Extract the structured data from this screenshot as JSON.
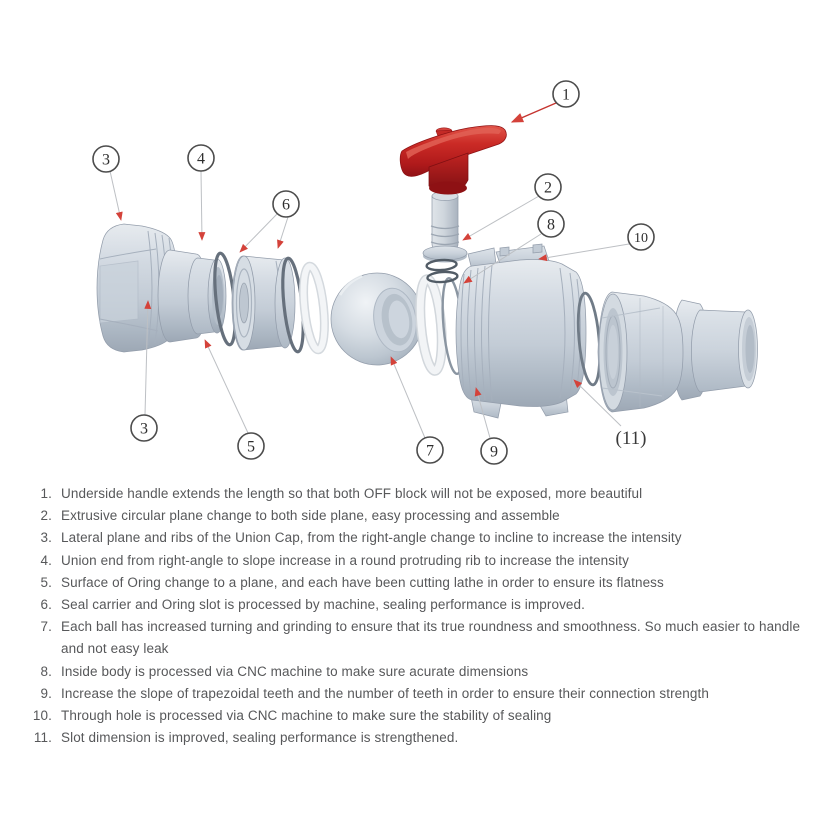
{
  "diagram": {
    "title": "union ball valve exploded view",
    "callouts": {
      "c1": "1",
      "c2": "2",
      "c3_top": "3",
      "c3_bottom": "3",
      "c4": "4",
      "c5": "5",
      "c6": "6",
      "c7": "7",
      "c8": "8",
      "c9": "9",
      "c10": "10",
      "c11": "(11)"
    },
    "colors": {
      "handle_red": "#c42a26",
      "part_gray": "#ccd4dd",
      "arrow_red": "#d4423a",
      "leader_gray": "#bdc0c4",
      "callout_stroke": "#4c4c4c"
    }
  },
  "features": {
    "items": [
      {
        "num": "1.",
        "text": "Underside handle extends the length so that both OFF block will not be exposed, more beautiful"
      },
      {
        "num": "2.",
        "text": "Extrusive circular plane change to both side plane, easy processing and assemble"
      },
      {
        "num": "3.",
        "text": "Lateral plane and ribs of the Union Cap, from the right-angle change to incline to increase the intensity"
      },
      {
        "num": "4.",
        "text": "Union end from right-angle to slope increase in a round protruding rib to increase the intensity"
      },
      {
        "num": "5.",
        "text": "Surface of Oring change to a plane, and each have been cutting lathe in order to ensure its flatness"
      },
      {
        "num": "6.",
        "text": "Seal carrier and Oring slot is processed by machine, sealing performance is improved."
      },
      {
        "num": "7.",
        "text": "Each ball has increased turning and grinding to ensure that its true roundness and smoothness. So much easier to handle and not easy leak"
      },
      {
        "num": "8.",
        "text": "Inside body is processed via CNC machine to make sure acurate dimensions"
      },
      {
        "num": "9.",
        "text": "Increase the slope of trapezoidal teeth and the number of teeth in order to ensure their connection strength"
      },
      {
        "num": "10.",
        "text": "Through hole is processed via CNC machine to make sure the stability of sealing"
      },
      {
        "num": "11.",
        "text": "Slot dimension is improved, sealing performance is strengthened."
      }
    ]
  }
}
